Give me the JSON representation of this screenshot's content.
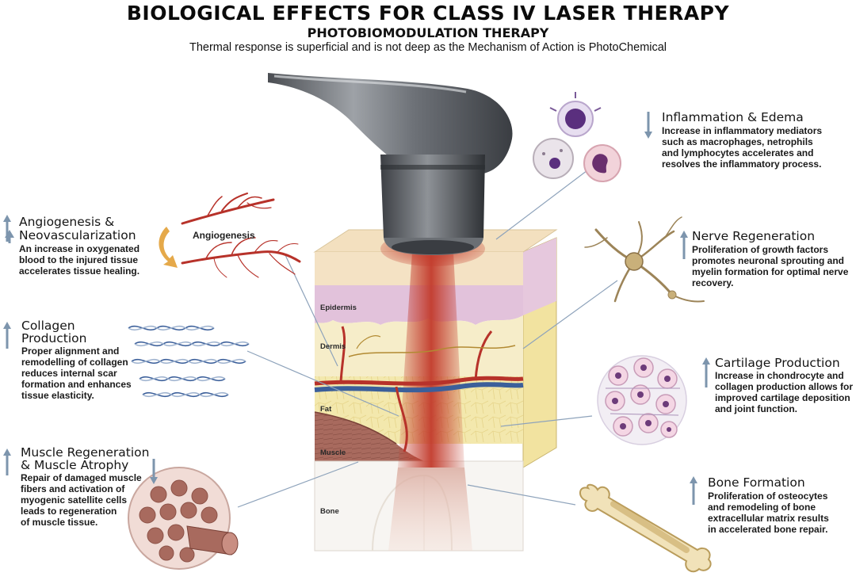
{
  "header": {
    "title": "BIOLOGICAL EFFECTS FOR CLASS IV LASER THERAPY",
    "subtitle": "PHOTOBIOMODULATION THERAPY",
    "tagline": "Thermal response is superficial and is not deep as the Mechanism of Action is PhotoChemical"
  },
  "colors": {
    "arrow": "#7d95ad",
    "blood": "#b7322a",
    "vein": "#3b5f9a",
    "beam": "#c23a2b",
    "muscle": "#a86a5e",
    "epidermis": "#e4c7dc",
    "fat": "#f3e6a4"
  },
  "effects": {
    "angiogenesis": {
      "icon": "arrow-up-icon",
      "title_line1": "Angiogenesis &",
      "title_line2": "Neovascularization",
      "text": [
        "An increase in oxygenated",
        "blood to the injured tissue",
        "accelerates tissue healing."
      ],
      "figure_label": "Angiogenesis"
    },
    "collagen": {
      "icon": "arrow-up-icon",
      "title_line1": "Collagen",
      "title_line2": "Production",
      "text": [
        "Proper alignment and",
        "remodelling of collagen",
        "reduces internal scar",
        "formation and enhances",
        "tissue elasticity."
      ]
    },
    "muscle": {
      "icon": "arrow-up-icon",
      "icon2": "arrow-down-icon",
      "title_line1": "Muscle Regeneration",
      "title_line2": "& Muscle Atrophy",
      "text": [
        "Repair of damaged muscle",
        "fibers and activation of",
        "myogenic satellite cells",
        "leads to regeneration",
        "of muscle tissue."
      ]
    },
    "inflammation": {
      "icon": "arrow-down-icon",
      "title": "Inflammation & Edema",
      "text": [
        "Increase in inflammatory mediators",
        "such as macrophages, netrophils",
        "and lymphocytes accelerates and",
        "resolves the inflammatory process."
      ]
    },
    "nerve": {
      "icon": "arrow-up-icon",
      "title": "Nerve Regeneration",
      "text": [
        "Proliferation of growth factors",
        "promotes neuronal sprouting and",
        "myelin formation for optimal nerve",
        "recovery."
      ]
    },
    "cartilage": {
      "icon": "arrow-up-icon",
      "title": "Cartilage Production",
      "text": [
        "Increase in chondrocyte and",
        "collagen production allows for",
        "improved cartilage deposition",
        "and joint function."
      ]
    },
    "bone": {
      "icon": "arrow-up-icon",
      "title": "Bone Formation",
      "text": [
        "Proliferation of osteocytes",
        "and remodeling of bone",
        "extracellular matrix results",
        "in accelerated bone repair."
      ]
    }
  },
  "tissue_layers": {
    "epidermis": "Epidermis",
    "dermis": "Dermis",
    "fat": "Fat",
    "muscle": "Muscle",
    "bone": "Bone"
  }
}
